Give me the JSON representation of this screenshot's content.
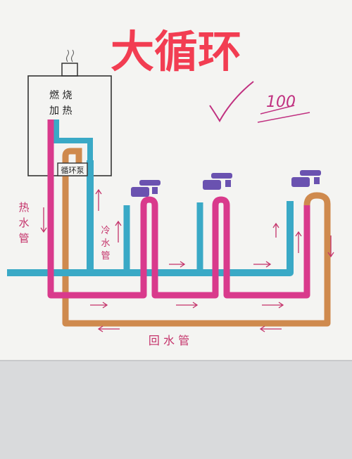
{
  "title": "大循环",
  "heater": {
    "line1": "燃 烧",
    "line2": "加 热",
    "pump_label": "循环泵"
  },
  "labels": {
    "hot_pipe": [
      "热",
      "水",
      "管"
    ],
    "cold_pipe": [
      "冷",
      "水",
      "管"
    ],
    "return_pipe": "回 水 管"
  },
  "annotation": {
    "score": "100"
  },
  "colors": {
    "paper": "#f4f4f2",
    "table": "#d9dadc",
    "title": "#f23d52",
    "hot": "#d93a8c",
    "cold": "#3aa9c6",
    "return": "#cf8a4e",
    "faucet": "#6a52b0",
    "ink": "#c4326a",
    "annotation": "#c03080"
  }
}
